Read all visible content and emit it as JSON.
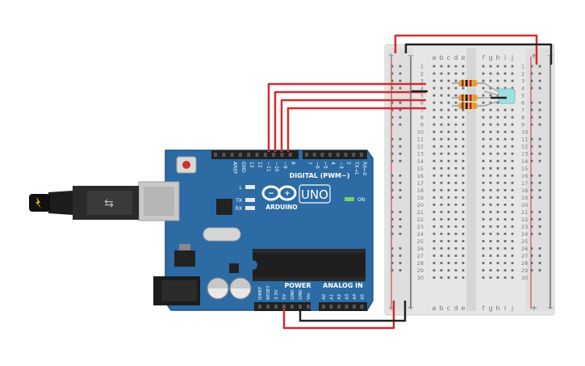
{
  "colors": {
    "board": "#2c6ba3",
    "board_edge": "#1f5584",
    "breadboard": "#e8e8e8",
    "wire_red": "#d42b2b",
    "wire_black": "#222222",
    "led": "#9fe0e0",
    "resistor": "#e6a54a"
  },
  "arduino": {
    "brand": "ARDUINO",
    "model": "UNO",
    "on_label": "ON",
    "digital_label": "DIGITAL (PWM~)",
    "power_label": "POWER",
    "analog_label": "ANALOG IN",
    "tx_label": "TX",
    "rx_label": "RX",
    "l_label": "L",
    "top_pins": [
      "AREF",
      "GND",
      "13",
      "12",
      "~11",
      "~10",
      "~9",
      "8",
      "7",
      "~6",
      "~5",
      "4",
      "~3",
      "2",
      "TX→1",
      "RX←0"
    ],
    "power_pins": [
      "IOREF",
      "RESET",
      "3.3V",
      "5V",
      "GND",
      "GND",
      "Vin"
    ],
    "analog_pins": [
      "A0",
      "A1",
      "A2",
      "A3",
      "A4",
      "A5"
    ]
  },
  "breadboard": {
    "columns_left": [
      "a",
      "b",
      "c",
      "d",
      "e"
    ],
    "columns_right": [
      "f",
      "g",
      "h",
      "i",
      "j"
    ],
    "rows": [
      "1",
      "2",
      "3",
      "4",
      "5",
      "6",
      "7",
      "8",
      "9",
      "10",
      "11",
      "12",
      "13",
      "14",
      "15",
      "16",
      "17",
      "18",
      "19",
      "20",
      "21",
      "22",
      "23",
      "24",
      "25",
      "26",
      "27",
      "28",
      "29",
      "30"
    ],
    "rail_plus": "+",
    "rail_minus": "−"
  }
}
